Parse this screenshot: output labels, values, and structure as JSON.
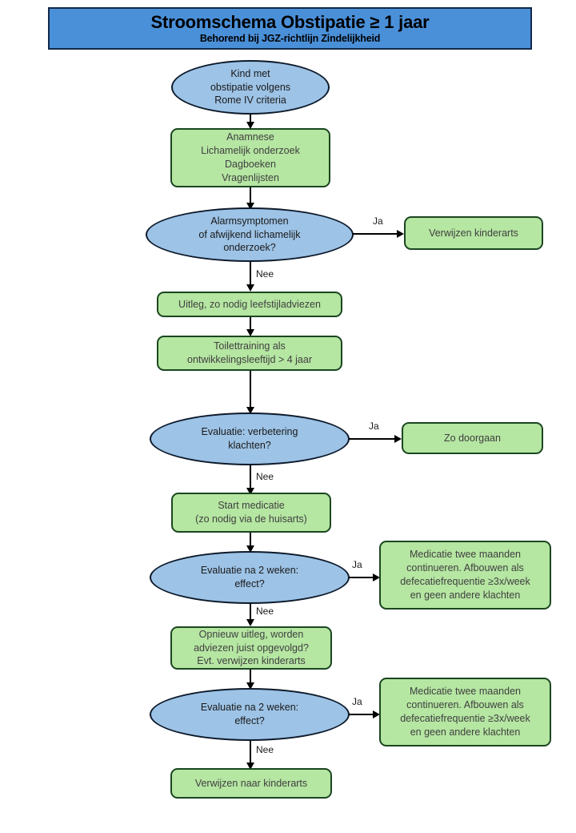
{
  "header": {
    "title": "Stroomschema Obstipatie ≥ 1 jaar",
    "subtitle": "Behorend bij JGZ-richtlijn Zindelijkheid",
    "background_color": "#4a90d9",
    "border_color": "#12284a"
  },
  "colors": {
    "process_fill": "#b5e6a2",
    "process_border": "#1b4620",
    "process_text": "#404040",
    "decision_fill": "#9dc3e6",
    "decision_border": "#0d1a2b",
    "decision_text": "#1a1a1a",
    "edge": "#000000",
    "page_background": "#ffffff"
  },
  "nodes": [
    {
      "id": "start",
      "type": "decision",
      "text": "Kind met\nobstipatie volgens\nRome IV criteria"
    },
    {
      "id": "anamnese",
      "type": "process",
      "text": "Anamnese\nLichamelijk onderzoek\nDagboeken\nVragenlijsten"
    },
    {
      "id": "alarmsymptomen",
      "type": "decision",
      "text": "Alarmsymptomen\nof afwijkend lichamelijk\nonderzoek?"
    },
    {
      "id": "verwijzen-kinderarts-1",
      "type": "process",
      "text": "Verwijzen kinderarts"
    },
    {
      "id": "uitleg",
      "type": "process",
      "text": "Uitleg, zo nodig leefstijladviezen"
    },
    {
      "id": "toilettraining",
      "type": "process",
      "text": "Toilettraining als\nontwikkelingsleeftijd > 4 jaar"
    },
    {
      "id": "evaluatie-verbetering",
      "type": "decision",
      "text": "Evaluatie: verbetering\nklachten?"
    },
    {
      "id": "zo-doorgaan",
      "type": "process",
      "text": "Zo doorgaan"
    },
    {
      "id": "start-medicatie",
      "type": "process",
      "text": "Start medicatie\n(zo nodig via de huisarts)"
    },
    {
      "id": "evaluatie-2weken-1",
      "type": "decision",
      "text": "Evaluatie na 2 weken:\neffect?"
    },
    {
      "id": "medicatie-continueren-1",
      "type": "process",
      "text": "Medicatie twee maanden\ncontinueren. Afbouwen als\ndefecatiefrequentie ≥3x/week\nen geen andere klachten"
    },
    {
      "id": "opnieuw-uitleg",
      "type": "process",
      "text": "Opnieuw uitleg, worden\nadviezen juist opgevolgd?\nEvt. verwijzen kinderarts"
    },
    {
      "id": "evaluatie-2weken-2",
      "type": "decision",
      "text": "Evaluatie na 2 weken:\neffect?"
    },
    {
      "id": "medicatie-continueren-2",
      "type": "process",
      "text": "Medicatie twee maanden\ncontinueren. Afbouwen als\ndefecatiefrequentie ≥3x/week\nen geen andere klachten"
    },
    {
      "id": "verwijzen-kinderarts-2",
      "type": "process",
      "text": "Verwijzen naar kinderarts"
    }
  ],
  "edge_labels": {
    "alarm_ja": "Ja",
    "alarm_nee": "Nee",
    "verbetering_ja": "Ja",
    "verbetering_nee": "Nee",
    "eval1_ja": "Ja",
    "eval1_nee": "Nee",
    "eval2_ja": "Ja",
    "eval2_nee": "Nee"
  }
}
